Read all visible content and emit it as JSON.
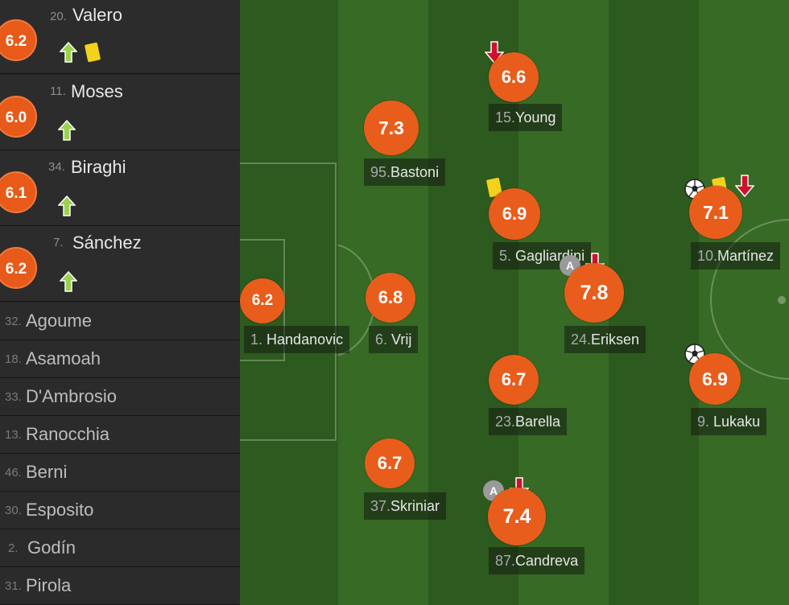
{
  "substitutes_in": [
    {
      "rating": "6.2",
      "number": "20.",
      "name": "Valero",
      "card": "yellow"
    },
    {
      "rating": "6.0",
      "number": "11.",
      "name": "Moses"
    },
    {
      "rating": "6.1",
      "number": "34.",
      "name": "Biraghi"
    },
    {
      "rating": "6.2",
      "number": "7.",
      "name": "Sánchez"
    }
  ],
  "bench": [
    {
      "number": "32.",
      "name": "Agoume"
    },
    {
      "number": "18.",
      "name": "Asamoah"
    },
    {
      "number": "33.",
      "name": "D'Ambrosio"
    },
    {
      "number": "13.",
      "name": "Ranocchia"
    },
    {
      "number": "46.",
      "name": "Berni"
    },
    {
      "number": "30.",
      "name": "Esposito"
    },
    {
      "number": "2.",
      "name": "Godín"
    },
    {
      "number": "31.",
      "name": "Pirola"
    }
  ],
  "players": {
    "handanovic": {
      "rating": "6.2",
      "number": "1.",
      "name": "Handanovic"
    },
    "bastoni": {
      "rating": "7.3",
      "number": "95.",
      "name": "Bastoni"
    },
    "vrij": {
      "rating": "6.8",
      "number": "6.",
      "name": "Vrij"
    },
    "skriniar": {
      "rating": "6.7",
      "number": "37.",
      "name": "Skriniar"
    },
    "young": {
      "rating": "6.6",
      "number": "15.",
      "name": "Young"
    },
    "gagliardini": {
      "rating": "6.9",
      "number": "5.",
      "name": "Gagliardini"
    },
    "eriksen": {
      "rating": "7.8",
      "number": "24.",
      "name": "Eriksen",
      "captain": "A"
    },
    "barella": {
      "rating": "6.7",
      "number": "23.",
      "name": "Barella"
    },
    "candreva": {
      "rating": "7.4",
      "number": "87.",
      "name": "Candreva",
      "captain": "A"
    },
    "martinez": {
      "rating": "7.1",
      "number": "10.",
      "name": "Martínez"
    },
    "lukaku": {
      "rating": "6.9",
      "number": "9.",
      "name": "Lukaku"
    }
  },
  "colors": {
    "rating_orange": "#e85d1b",
    "yellow_card": "#f2d21b",
    "sub_in_arrow": "#9ad14f",
    "sub_out_arrow": "#d0112b",
    "pitch_dark": "#2f5c1f",
    "pitch_light": "#386a25"
  },
  "icons": {
    "sub_in": "arrow-up-icon",
    "sub_out": "arrow-down-icon",
    "goal": "soccer-ball-icon",
    "card": "yellow-card-icon",
    "captain": "captain-badge-icon"
  }
}
